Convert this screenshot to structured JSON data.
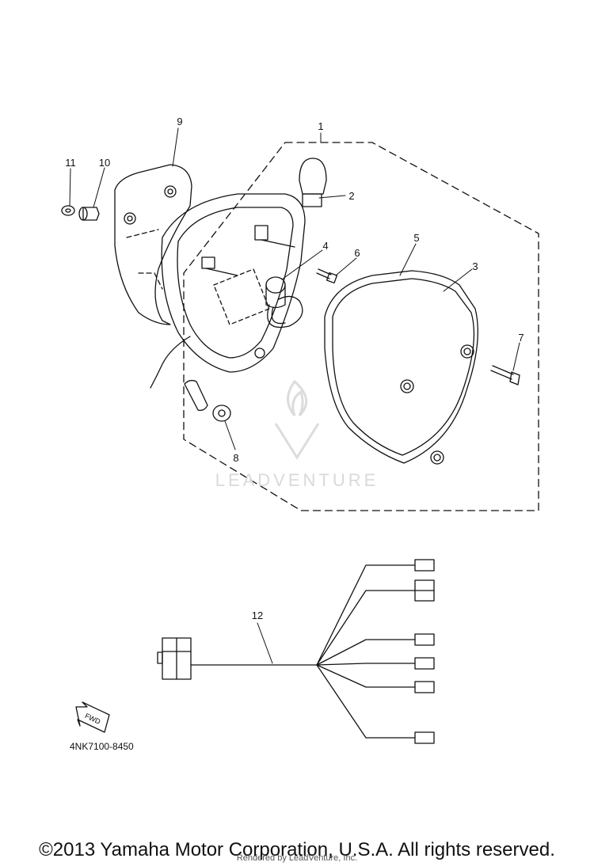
{
  "callouts": {
    "c1": "1",
    "c2": "2",
    "c3": "3",
    "c4": "4",
    "c5": "5",
    "c6": "6",
    "c7": "7",
    "c8": "8",
    "c9": "9",
    "c10": "10",
    "c11": "11",
    "c12": "12"
  },
  "fwd_label": "FWD",
  "part_number": "4NK7100-8450",
  "watermark": "LEADVENTURE",
  "copyright": "©2013 Yamaha Motor Corporation, U.S.A. All rights reserved.",
  "rendered_by": "Rendered by LeadVenture, Inc."
}
